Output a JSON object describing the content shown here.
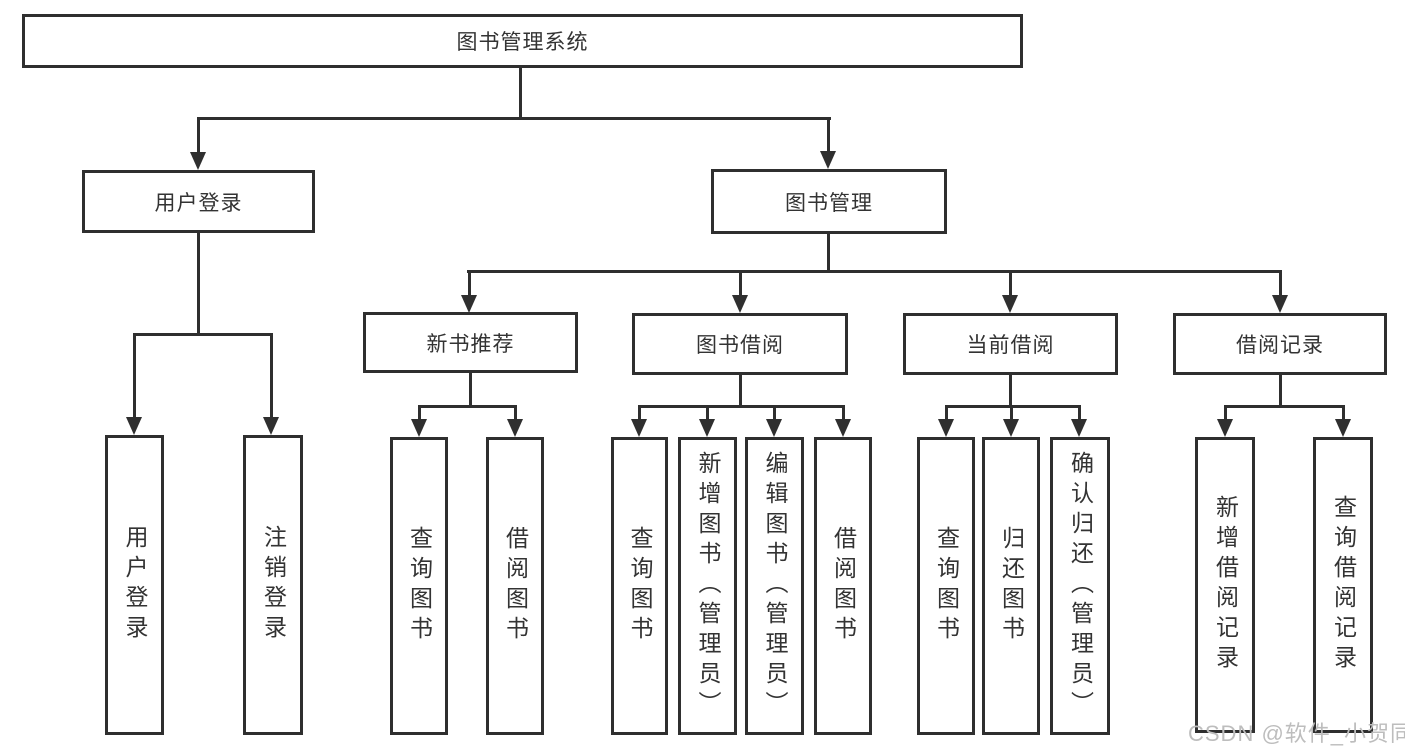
{
  "diagram": {
    "root": {
      "label": "图书管理系统"
    },
    "level2": [
      {
        "label": "用户登录"
      },
      {
        "label": "图书管理"
      }
    ],
    "level3": [
      {
        "label": "新书推荐"
      },
      {
        "label": "图书借阅"
      },
      {
        "label": "当前借阅"
      },
      {
        "label": "借阅记录"
      }
    ],
    "leaves": [
      {
        "parent": "用户登录",
        "label": "用户登录"
      },
      {
        "parent": "用户登录",
        "label": "注销登录"
      },
      {
        "parent": "新书推荐",
        "label": "查询图书"
      },
      {
        "parent": "新书推荐",
        "label": "借阅图书"
      },
      {
        "parent": "图书借阅",
        "label": "查询图书"
      },
      {
        "parent": "图书借阅",
        "label": "新增图书（管理员）"
      },
      {
        "parent": "图书借阅",
        "label": "编辑图书（管理员）"
      },
      {
        "parent": "图书借阅",
        "label": "借阅图书"
      },
      {
        "parent": "当前借阅",
        "label": "查询图书"
      },
      {
        "parent": "当前借阅",
        "label": "归还图书"
      },
      {
        "parent": "当前借阅",
        "label": "确认归还（管理员）"
      },
      {
        "parent": "借阅记录",
        "label": "新增借阅记录"
      },
      {
        "parent": "借阅记录",
        "label": "查询借阅记录"
      }
    ],
    "watermark": "CSDN @软件_小贺同学",
    "colors": {
      "line": "#2f2f2f",
      "text": "#333333",
      "background": "#ffffff",
      "watermark": "#bdbdbd"
    }
  }
}
